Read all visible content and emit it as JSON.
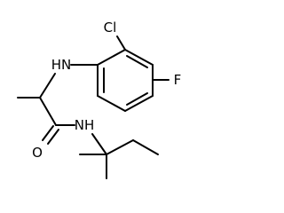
{
  "molecule": {
    "atoms": {
      "chlorine": "Cl",
      "fluorine": "F",
      "amine_nh": "HN",
      "amide_nh": "NH",
      "oxygen": "O"
    }
  }
}
